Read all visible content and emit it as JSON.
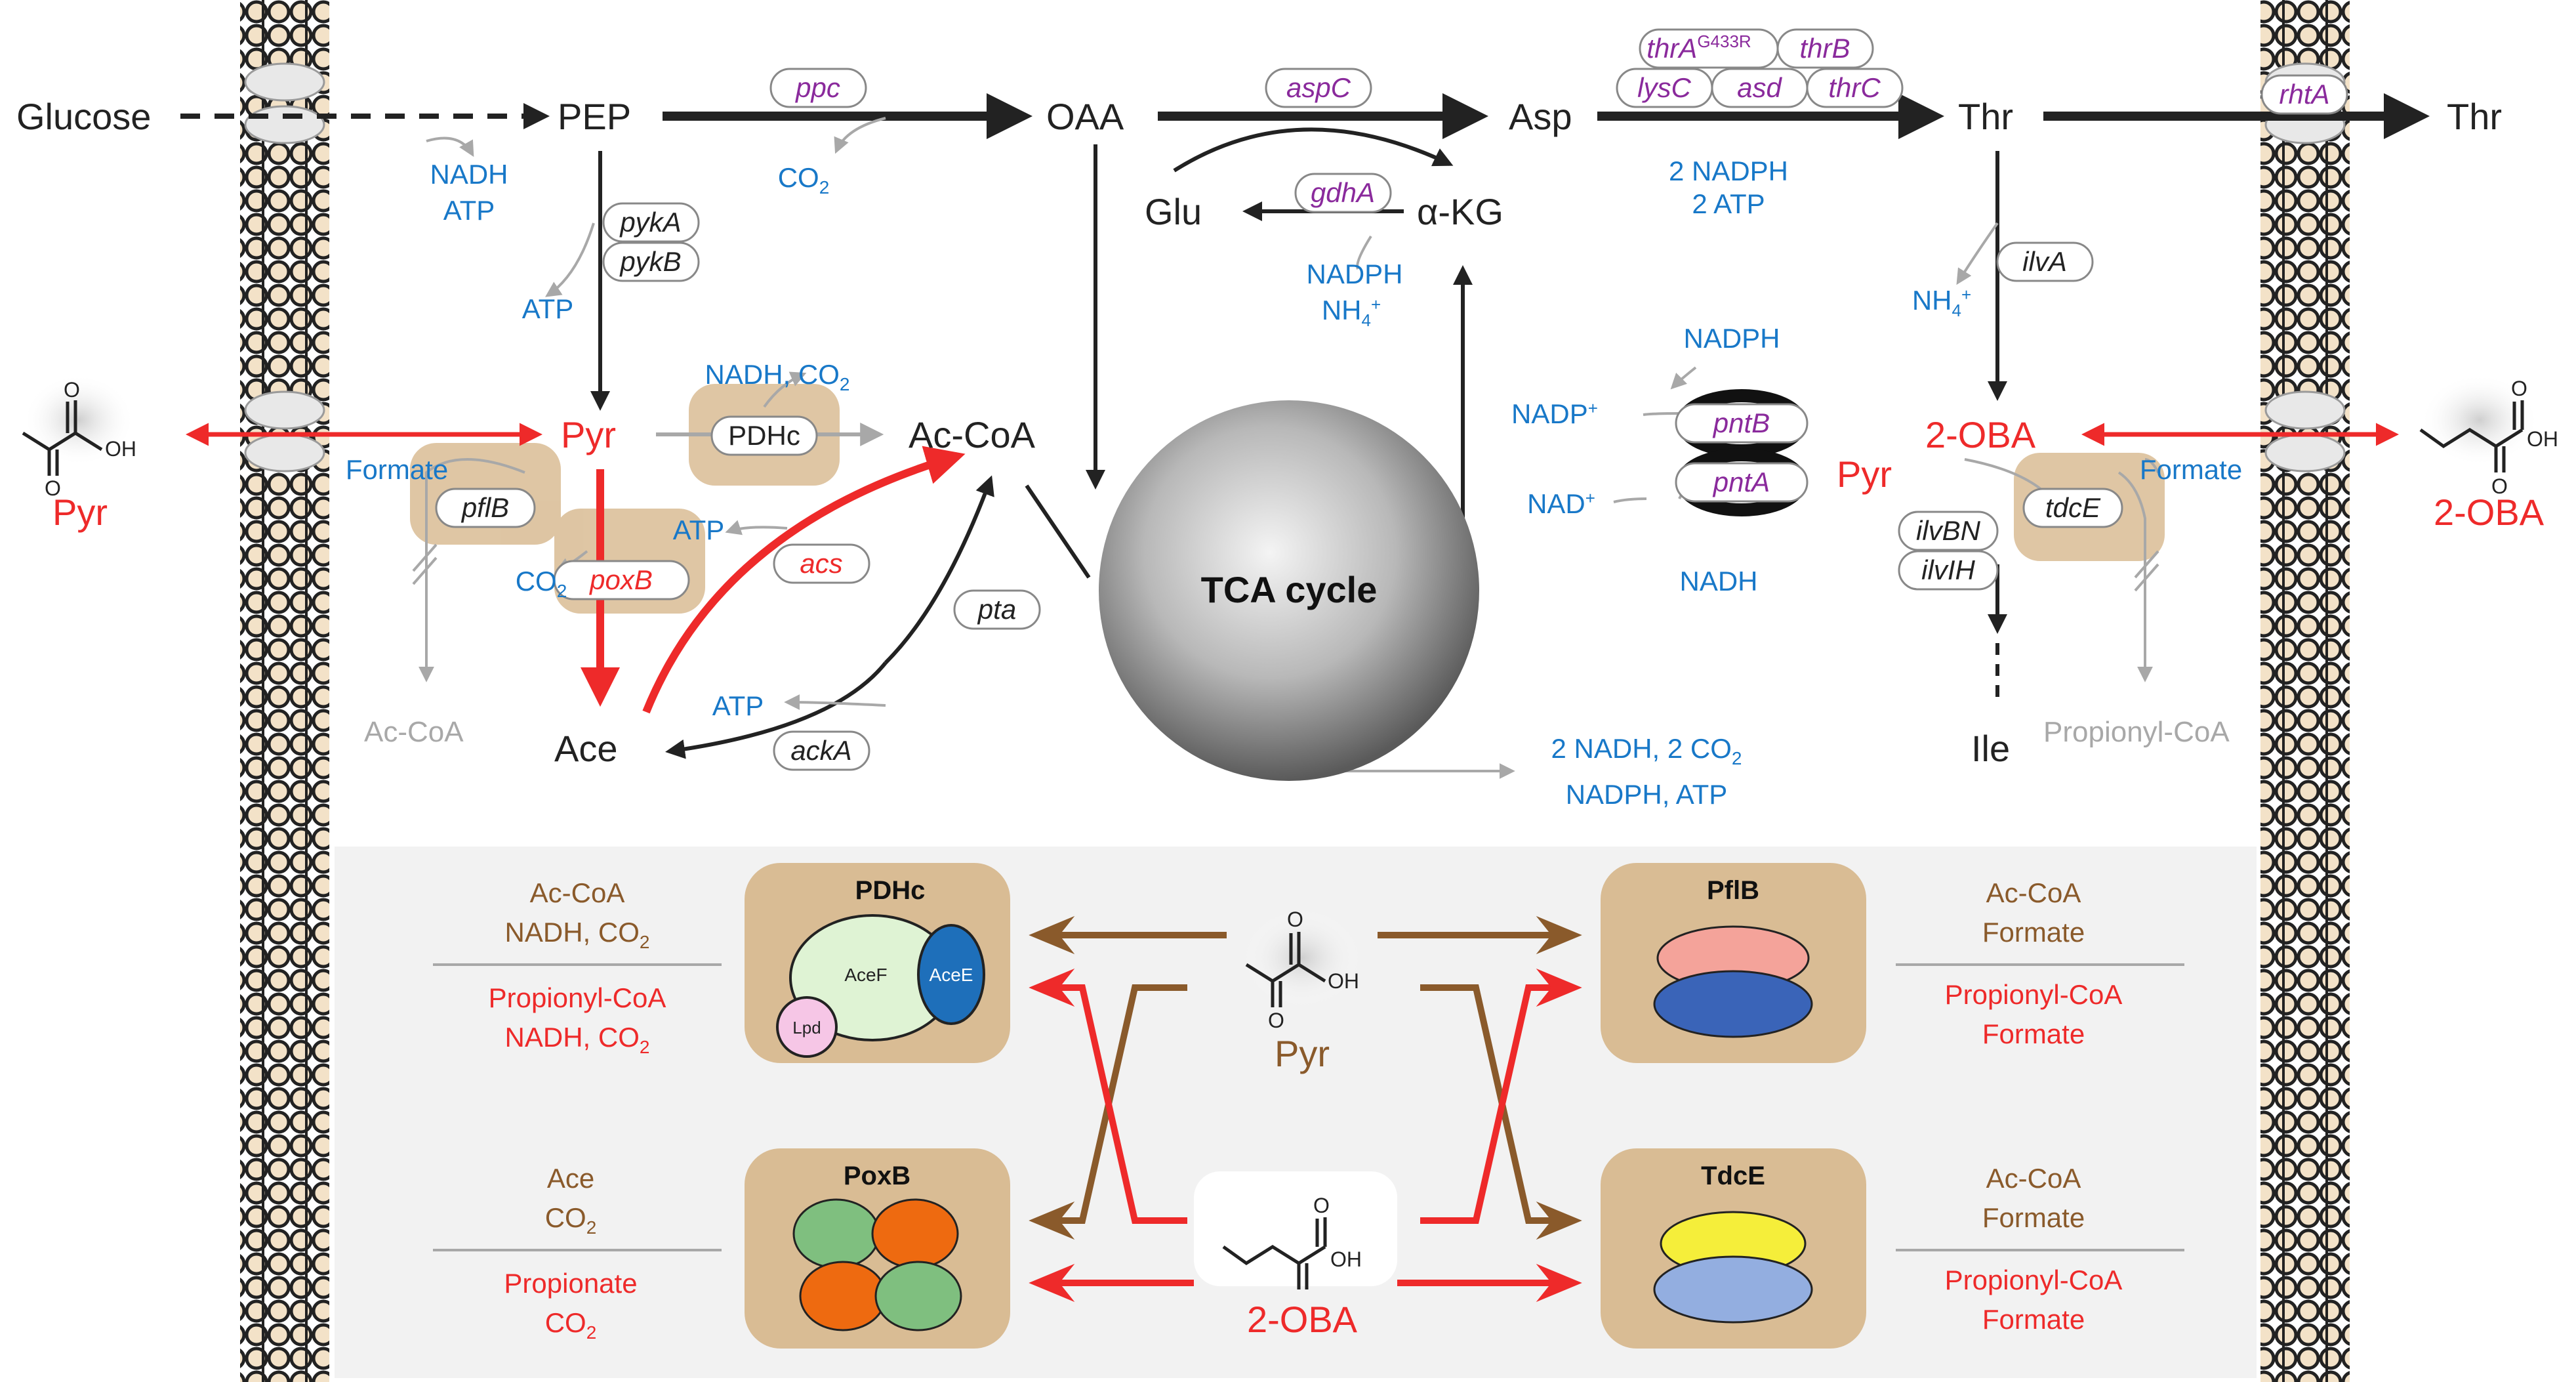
{
  "metabolites": {
    "glucose": "Glucose",
    "pep": "PEP",
    "oaa": "OAA",
    "asp": "Asp",
    "thr": "Thr",
    "thr_out": "Thr",
    "glu": "Glu",
    "akg": "α-KG",
    "pyr": "Pyr",
    "pyr_out": "Pyr",
    "accoa": "Ac-CoA",
    "ace": "Ace",
    "oba": "2-OBA",
    "oba_out": "2-OBA",
    "pyr2": "Pyr",
    "ile": "Ile",
    "accoa_grey": "Ac-CoA",
    "propionylcoa_grey": "Propionyl-CoA",
    "tca": "TCA cycle"
  },
  "cofactors": {
    "nadh_atp": [
      "NADH",
      "ATP"
    ],
    "co2_ppc": "CO",
    "atp_pyk": "ATP",
    "nadh_co2_pdh": "NADH, CO",
    "formate_left": "Formate",
    "atp_acs": "ATP",
    "co2_poxb": "CO",
    "atp_ack": "ATP",
    "nadph_nh4": [
      "NADPH",
      "NH"
    ],
    "asp_thr": [
      "2 NADPH",
      "2 ATP"
    ],
    "nh4_ilva": "NH",
    "formate_right": "Formate",
    "nadph": "NADPH",
    "nadp": "NADP",
    "nad": "NAD",
    "nadh": "NADH",
    "tca_out": [
      "2 NADH, 2 CO",
      "NADPH, ATP"
    ]
  },
  "genes": {
    "ppc": "ppc",
    "aspC": "aspC",
    "gdhA": "gdhA",
    "thrA": "thrA",
    "thrA_sup": "G433R",
    "thrB": "thrB",
    "lysC": "lysC",
    "asd": "asd",
    "thrC": "thrC",
    "rhtA": "rhtA",
    "pykA": "pykA",
    "pykB": "pykB",
    "ilvA": "ilvA",
    "pflB": "pflB",
    "poxB": "poxB",
    "acs": "acs",
    "pta": "pta",
    "ackA": "ackA",
    "pntB": "pntB",
    "pntA": "pntA",
    "ilvBN": "ilvBN",
    "ilvIH": "ilvIH",
    "tdcE": "tdcE",
    "PDHc": "PDHc"
  },
  "panel": {
    "pdhc": {
      "title": "PDHc",
      "subunits": [
        "AceF",
        "AceE",
        "Lpd"
      ],
      "pyr_products": [
        "Ac-CoA",
        "NADH, CO"
      ],
      "oba_products": [
        "Propionyl-CoA",
        "NADH, CO"
      ]
    },
    "pflb": {
      "title": "PflB",
      "pyr_products": [
        "Ac-CoA",
        "Formate"
      ],
      "oba_products": [
        "Propionyl-CoA",
        "Formate"
      ]
    },
    "poxb": {
      "title": "PoxB",
      "pyr_products": [
        "Ace",
        "CO"
      ],
      "oba_products": [
        "Propionate",
        "CO"
      ]
    },
    "tdce": {
      "title": "TdcE",
      "pyr_products": [
        "Ac-CoA",
        "Formate"
      ],
      "oba_products": [
        "Propionyl-CoA",
        "Formate"
      ]
    },
    "pyr_label": "Pyr",
    "oba_label": "2-OBA"
  },
  "structure_atoms": {
    "o": "O",
    "oh": "OH"
  },
  "sub": {
    "two": "2",
    "four": "4",
    "plus": "+"
  },
  "colors": {
    "blue": "#1878c8",
    "purple": "#8a2a9c",
    "red": "#ee2a2a",
    "brown": "#8a5a2b",
    "grey": "#a8a8a8",
    "black": "#222222",
    "tan": "#d9bc94",
    "panel_bg": "#f2f2f2"
  }
}
